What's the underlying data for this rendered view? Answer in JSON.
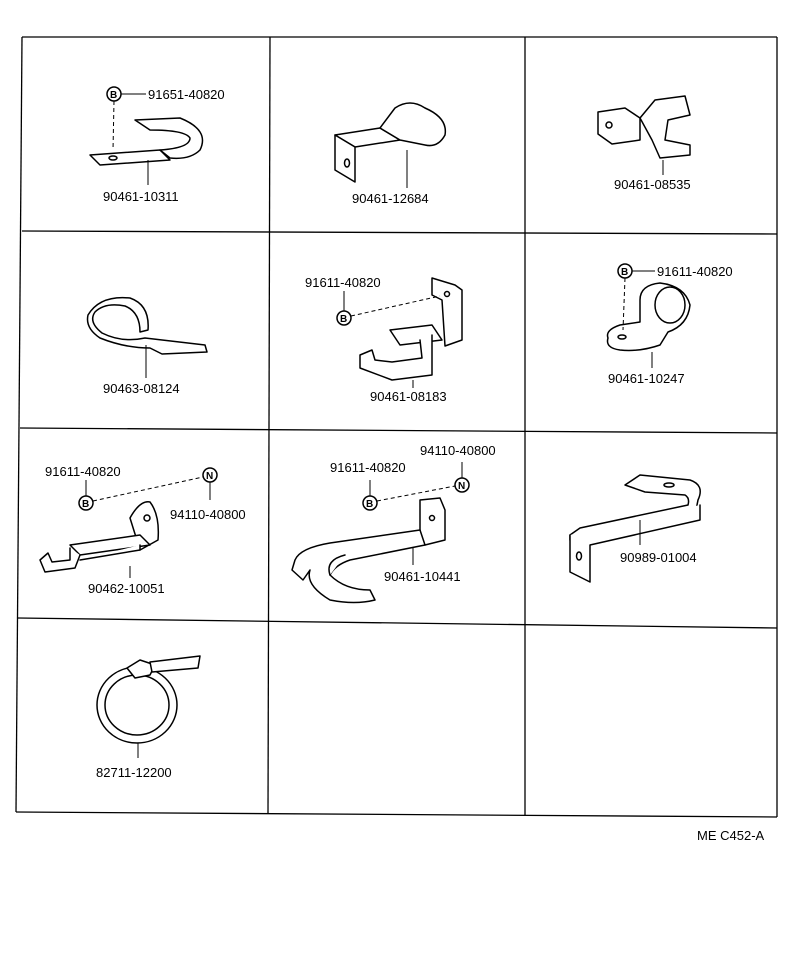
{
  "labels": {
    "c1": {
      "fastener": "91651-40820",
      "part": "90461-10311"
    },
    "c2": {
      "part": "90461-12684"
    },
    "c3": {
      "part": "90461-08535"
    },
    "c4": {
      "part": "90463-08124"
    },
    "c5": {
      "fastener": "91611-40820",
      "part": "90461-08183"
    },
    "c6": {
      "fastener": "91611-40820",
      "part": "90461-10247"
    },
    "c7": {
      "fastener": "91611-40820",
      "nut": "94110-40800",
      "part": "90462-10051"
    },
    "c8": {
      "fastener": "91611-40820",
      "nut": "94110-40800",
      "part": "90461-10441"
    },
    "c9": {
      "part": "90989-01004"
    },
    "c10": {
      "part": "82711-12200"
    }
  },
  "symbols": {
    "bolt": "B",
    "nut": "N"
  },
  "footer": "ME  C452-A"
}
